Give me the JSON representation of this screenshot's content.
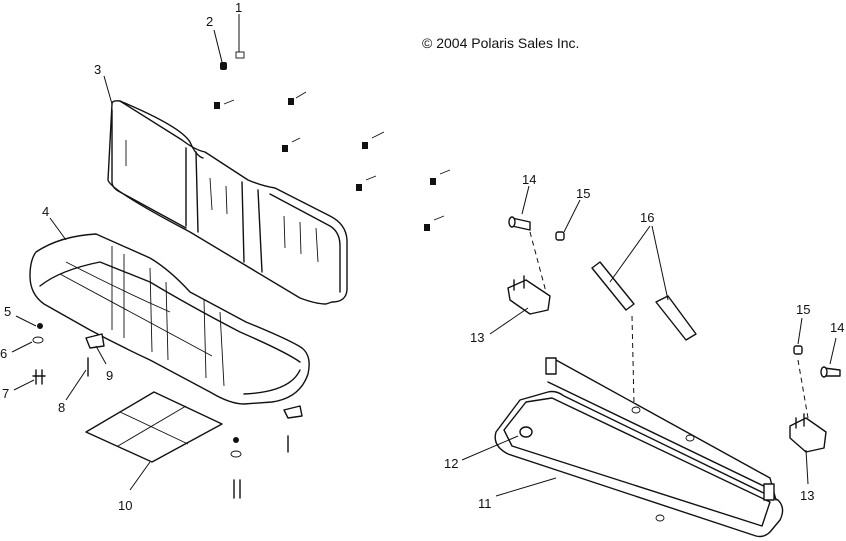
{
  "copyright": "© 2004 Polaris Sales Inc.",
  "callouts": {
    "c1": "1",
    "c2": "2",
    "c3": "3",
    "c4": "4",
    "c5": "5",
    "c6": "6",
    "c7": "7",
    "c8": "8",
    "c9": "9",
    "c10": "10",
    "c11": "11",
    "c12": "12",
    "c13a": "13",
    "c13b": "13",
    "c14a": "14",
    "c14b": "14",
    "c15a": "15",
    "c15b": "15",
    "c16": "16"
  }
}
